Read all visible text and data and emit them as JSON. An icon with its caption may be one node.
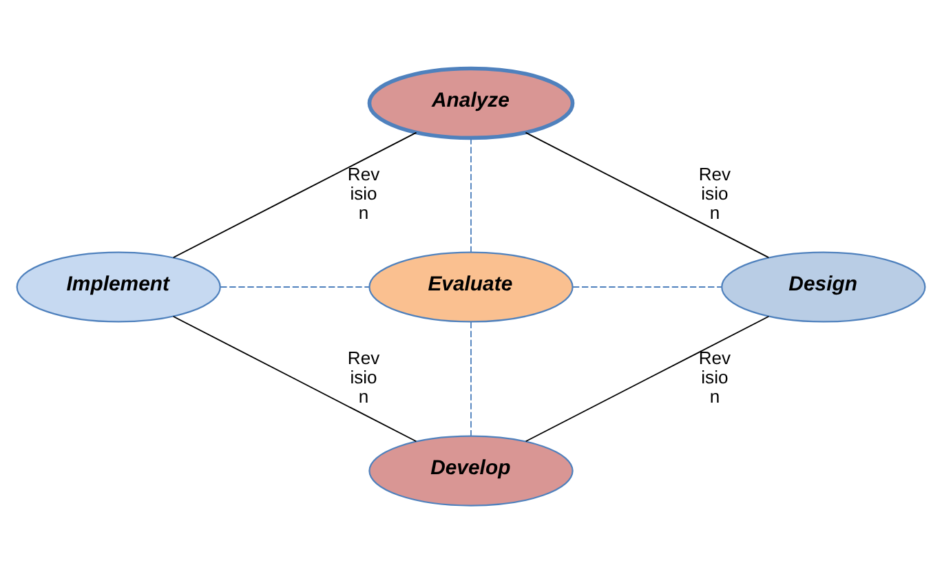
{
  "diagram": {
    "nodes": [
      {
        "text": [
          "Analyze"
        ]
      },
      {
        "text": [
          "Implement"
        ]
      },
      {
        "text": [
          "Evaluate"
        ]
      },
      {
        "text": [
          "Design"
        ]
      },
      {
        "text": [
          "Develop"
        ]
      }
    ],
    "edges": [
      {
        "from": 2,
        "to": 0,
        "arrow": "none",
        "style": "dashed",
        "color": "#4f81bd"
      },
      {
        "from": 1,
        "to": 2,
        "arrow": "none",
        "style": "dashed",
        "color": "#4f81bd"
      },
      {
        "from": 2,
        "to": 3,
        "arrow": "none",
        "style": "dashed",
        "color": "#4f81bd"
      },
      {
        "from": 2,
        "to": 4,
        "arrow": "none",
        "style": "dashed",
        "color": "#4f81bd"
      },
      {
        "from": 0,
        "to": 3,
        "arrow": "none",
        "label": "Rev isio n",
        "color": "#000000"
      },
      {
        "from": 3,
        "to": 4,
        "arrow": "none",
        "label": "Rev isio n",
        "color": "#000000"
      },
      {
        "from": 1,
        "to": 4,
        "arrow": "none",
        "label": "Rev isio n",
        "color": "#000000"
      },
      {
        "from": 0,
        "to": 1,
        "arrow": "none",
        "label": "Rev isio n",
        "color": "#000000"
      }
    ]
  }
}
